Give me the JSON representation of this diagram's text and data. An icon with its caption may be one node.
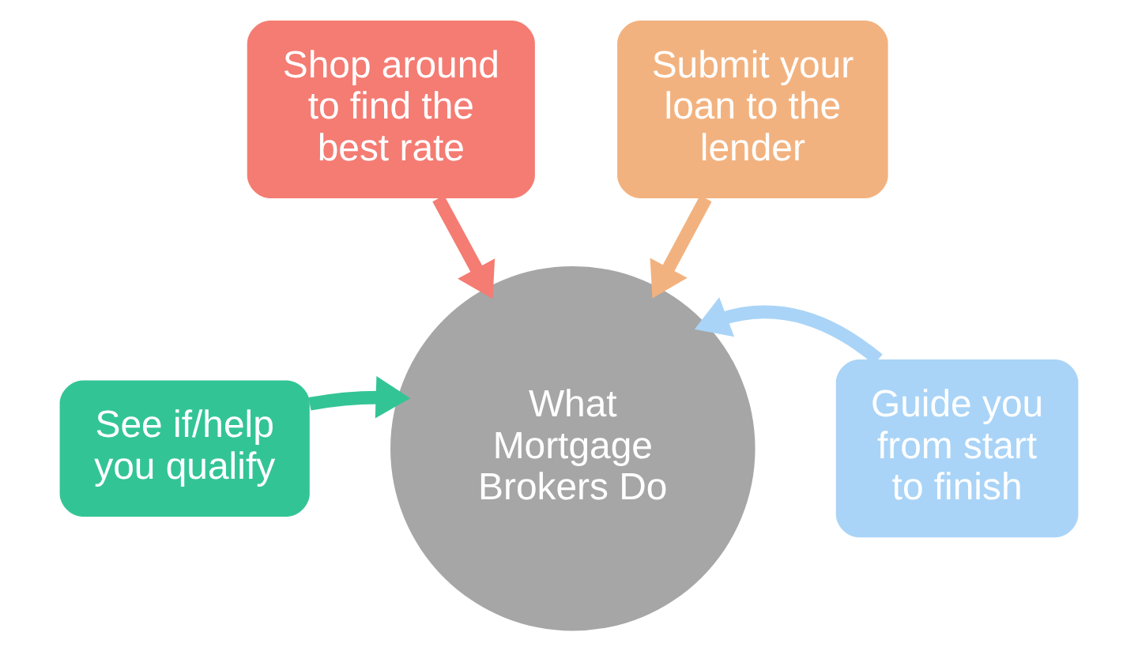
{
  "diagram": {
    "nodes": [
      {
        "text": [
          "Shop around to find the best rate"
        ]
      },
      {
        "text": [
          "Submit your loan to the lender"
        ]
      },
      {
        "text": [
          "See if/help you qualify"
        ]
      },
      {
        "text": [
          "Guide you from start to finish"
        ]
      },
      {
        "text": [
          "What Mortgage Brokers Do"
        ]
      }
    ],
    "edges": [
      {
        "from": 0,
        "to": 4,
        "arrow": "to",
        "color": "#f47c73"
      },
      {
        "from": 1,
        "to": 4,
        "arrow": "to",
        "color": "#f2b27f"
      },
      {
        "from": 2,
        "to": 4,
        "arrow": "to",
        "color": "#33c496"
      },
      {
        "from": 3,
        "to": 4,
        "arrow": "to",
        "color": "#a9d4f7"
      }
    ]
  }
}
